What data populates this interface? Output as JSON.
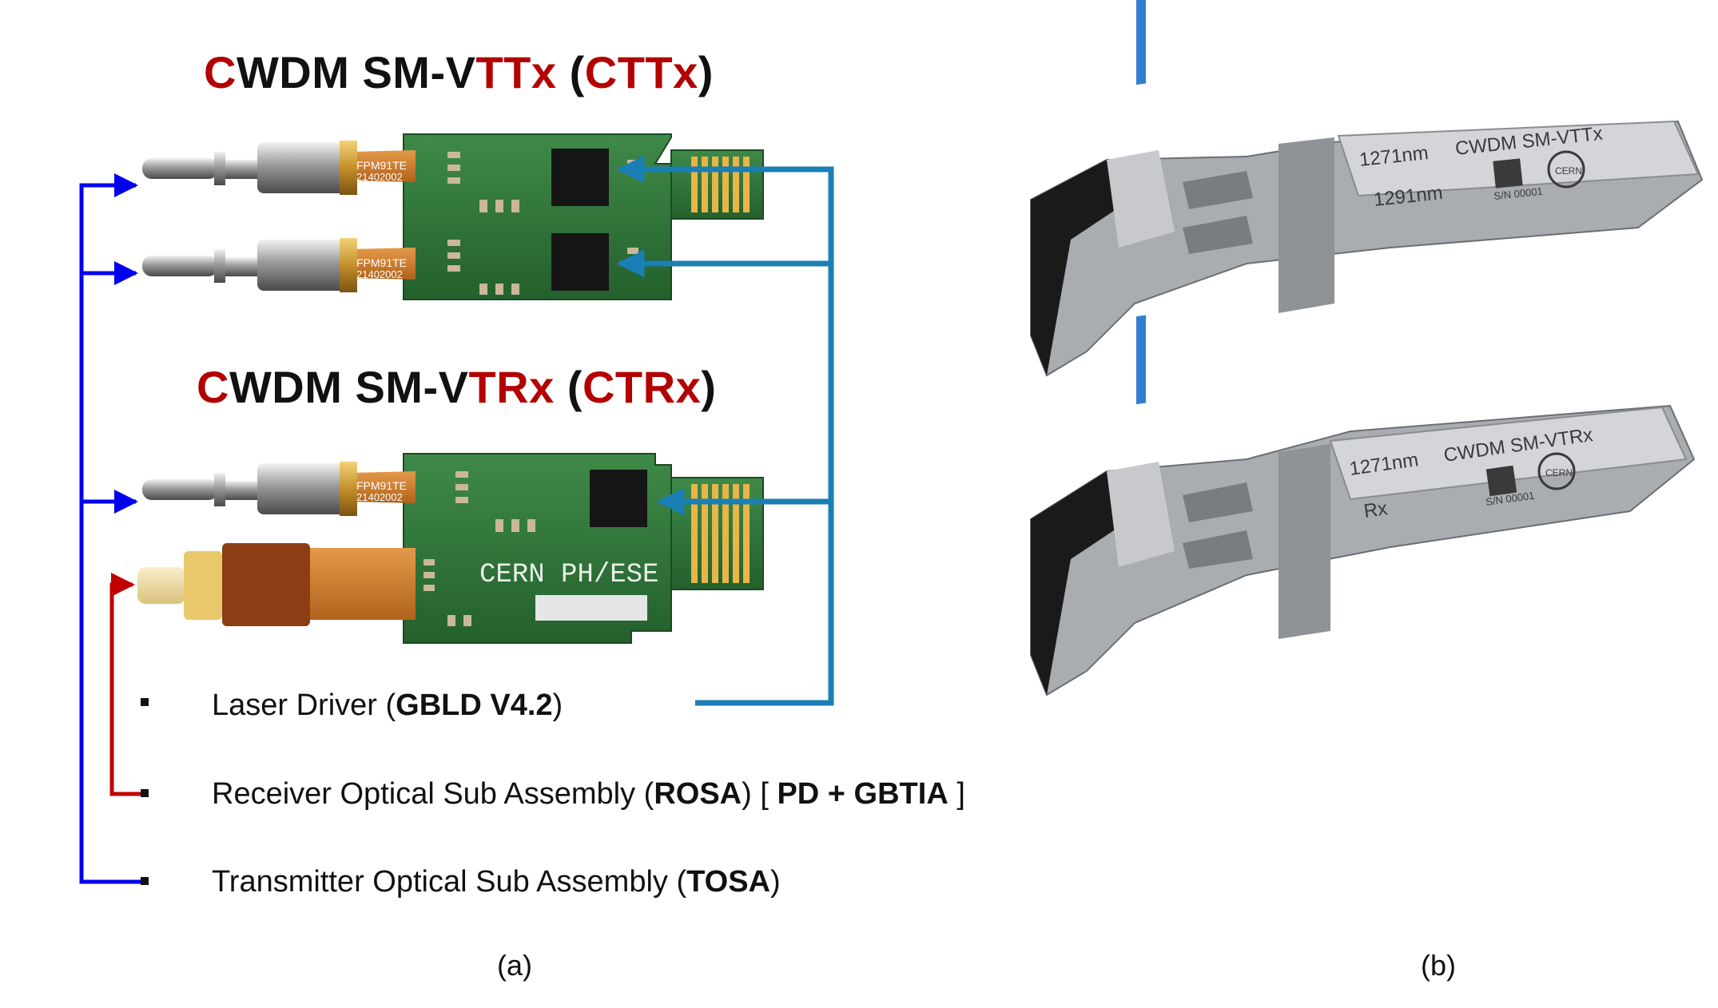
{
  "panel_a": {
    "cttx_title": {
      "c": "C",
      "rest": "WDM SM-V",
      "tt": "TTx",
      "open": " (",
      "ctt": "CTTx",
      "close": ")"
    },
    "ctrx_title": {
      "c": "C",
      "rest": "WDM SM-V",
      "tr": "TRx",
      "open": " (",
      "ctr": "CTRx",
      "close": ")"
    },
    "board_labels": {
      "fpm_top": "FPM91TE",
      "num_top": "21402002",
      "fpm_mid": "FPM91TE",
      "num_mid": "21402002",
      "fpm_bot": "FPM91TE",
      "num_bot": "21402002",
      "cern_silk": "CERN PH/ESE"
    },
    "legend": [
      {
        "pre": "Laser Driver (",
        "bold": "GBLD V4.2",
        "post": ")",
        "tail_bold": "",
        "tail": ""
      },
      {
        "pre": "Receiver Optical Sub Assembly (",
        "bold": "ROSA",
        "post": ") [ ",
        "tail_bold": "PD + GBTIA",
        "tail": " ]"
      },
      {
        "pre": "Transmitter Optical Sub Assembly (",
        "bold": "TOSA",
        "post": ")",
        "tail_bold": "",
        "tail": ""
      }
    ],
    "caption": "(a)"
  },
  "panel_b": {
    "top_module": {
      "wl1": "1271nm",
      "wl2": "1291nm",
      "name": "CWDM SM-VTTx",
      "sn": "S/N 00001",
      "logo": "CERN"
    },
    "bottom_module": {
      "wl1": "1271nm",
      "wl2": "Rx",
      "name": "CWDM SM-VTRx",
      "sn": "S/N 00001",
      "logo": "CERN"
    },
    "caption": "(b)"
  },
  "colors": {
    "title_red": "#b30000",
    "tosa_arrow": "#0000ee",
    "rosa_arrow": "#c00000",
    "driver_arrow": "#1a7fb5",
    "pcb_green": "#2f7a3c",
    "gold": "#d9a441"
  }
}
